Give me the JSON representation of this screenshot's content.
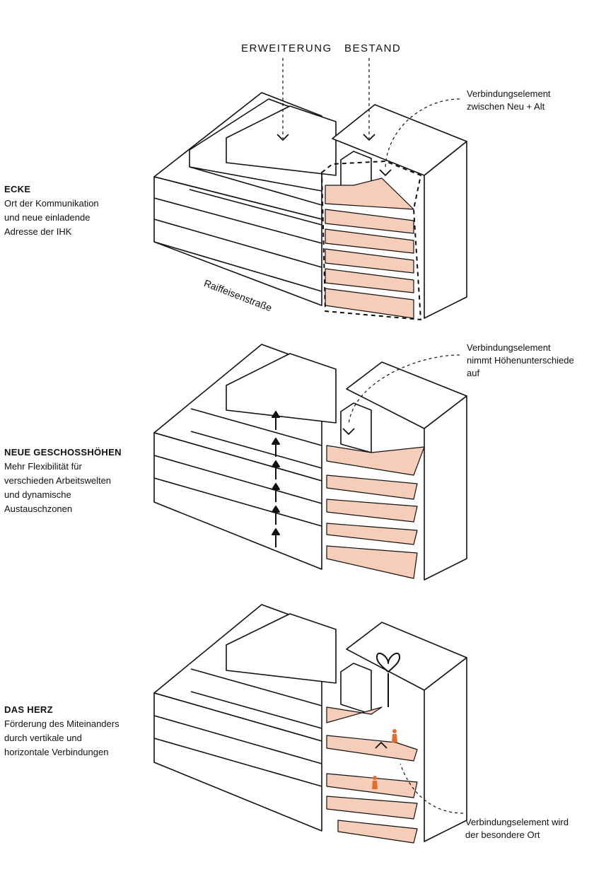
{
  "top_labels": {
    "extension": "ERWEITERUNG",
    "existing": "BESTAND"
  },
  "street": "Raiffeisenstraße",
  "sections": [
    {
      "title": "ECKE",
      "lines": [
        "Ort der Kommunikation",
        "und neue einladende",
        "Adresse der IHK"
      ]
    },
    {
      "title": "NEUE GESCHOSSHÖHEN",
      "lines": [
        "Mehr Flexibilität für",
        "verschieden Arbeitswelten",
        "und dynamische",
        "Austauschzonen"
      ]
    },
    {
      "title": "DAS HERZ",
      "lines": [
        "Förderung des Miteinanders",
        "durch vertikale und",
        "horizontale Verbindungen"
      ]
    }
  ],
  "notes": [
    [
      "Verbindungselement",
      "zwischen Neu + Alt"
    ],
    [
      "Verbindungselement",
      "nimmt Höhenunterschiede",
      "auf"
    ],
    [
      "Verbindungselement wird",
      "der besondere Ort"
    ]
  ],
  "plus_sign": "+",
  "colors": {
    "floor_fill": "#f6cdb8",
    "accent_people": "#e36b2c",
    "line": "#111111",
    "shadow": "#d9d9d9"
  }
}
